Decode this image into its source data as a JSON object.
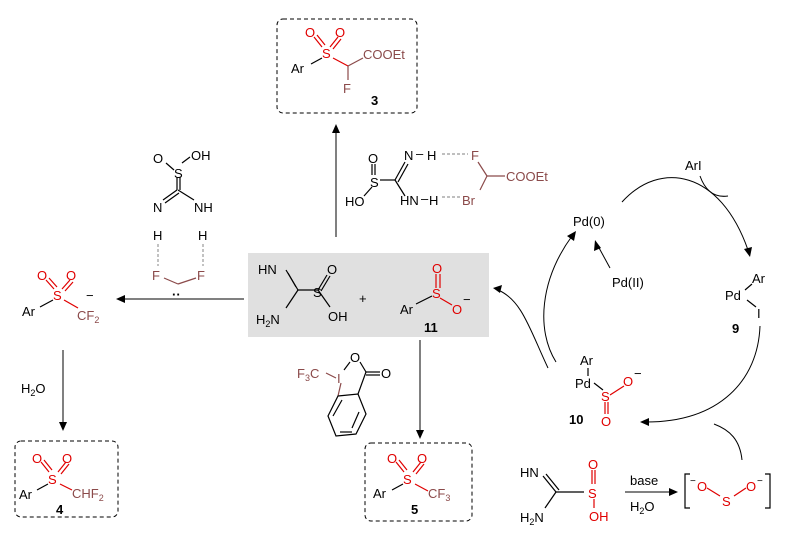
{
  "center_box": {
    "reagent": {
      "NH": "HN",
      "NH2": "H",
      "NH2_sub": "2",
      "N": "N",
      "S": "S",
      "O": "O",
      "OH": "OH"
    },
    "plus": "+",
    "sulfinate": {
      "Ar": "Ar",
      "S": "S",
      "O1": "O",
      "O2": "O",
      "minus": "−"
    },
    "label": "11"
  },
  "product3": {
    "Ar": "Ar",
    "S": "S",
    "O": "O",
    "ester": "COOEt",
    "F": "F",
    "label": "3"
  },
  "product4": {
    "Ar": "Ar",
    "S": "S",
    "O": "O",
    "group": "CHF",
    "sub": "2",
    "label": "4"
  },
  "product5": {
    "Ar": "Ar",
    "S": "S",
    "O": "O",
    "group": "CF",
    "sub": "3",
    "label": "5"
  },
  "sulfone_left": {
    "Ar": "Ar",
    "S": "S",
    "O": "O",
    "group": "CF",
    "sub": "2",
    "minus": "−"
  },
  "h2o_left": {
    "H": "H",
    "sub": "2",
    "O": "O"
  },
  "complex_top_left": {
    "S": "S",
    "O": "O",
    "OH": "OH",
    "N1": "N",
    "NH": "NH",
    "H": "H",
    "F": "F",
    "dots": "··"
  },
  "complex_middle": {
    "S": "S",
    "O": "O",
    "HO": "HO",
    "NH": "N",
    "H": "H",
    "HN": "HN",
    "F": "F",
    "Br": "Br",
    "ester": "COOEt"
  },
  "togni": {
    "CF3": "F",
    "CF3_sub": "3",
    "C": "C",
    "I": "I",
    "O": "O",
    "O2": "O"
  },
  "cycle": {
    "pd0": "Pd(0)",
    "pd2": "Pd(II)",
    "ari": "ArI",
    "c9": {
      "Ar": "Ar",
      "Pd": "Pd",
      "I": "I",
      "label": "9"
    },
    "c10": {
      "Ar": "Ar",
      "Pd": "Pd",
      "S": "S",
      "O": "O",
      "minus": "−",
      "label": "10"
    }
  },
  "bottom": {
    "HN": "HN",
    "H2N": "H",
    "sub": "2",
    "N": "N",
    "S": "S",
    "O": "O",
    "OH": "OH",
    "base": "base",
    "H2O": "H",
    "H2O_sub": "2",
    "H2O_O": "O",
    "so2_anion": {
      "O1": "O",
      "S": "S",
      "O2": "O",
      "minus": "−"
    }
  }
}
